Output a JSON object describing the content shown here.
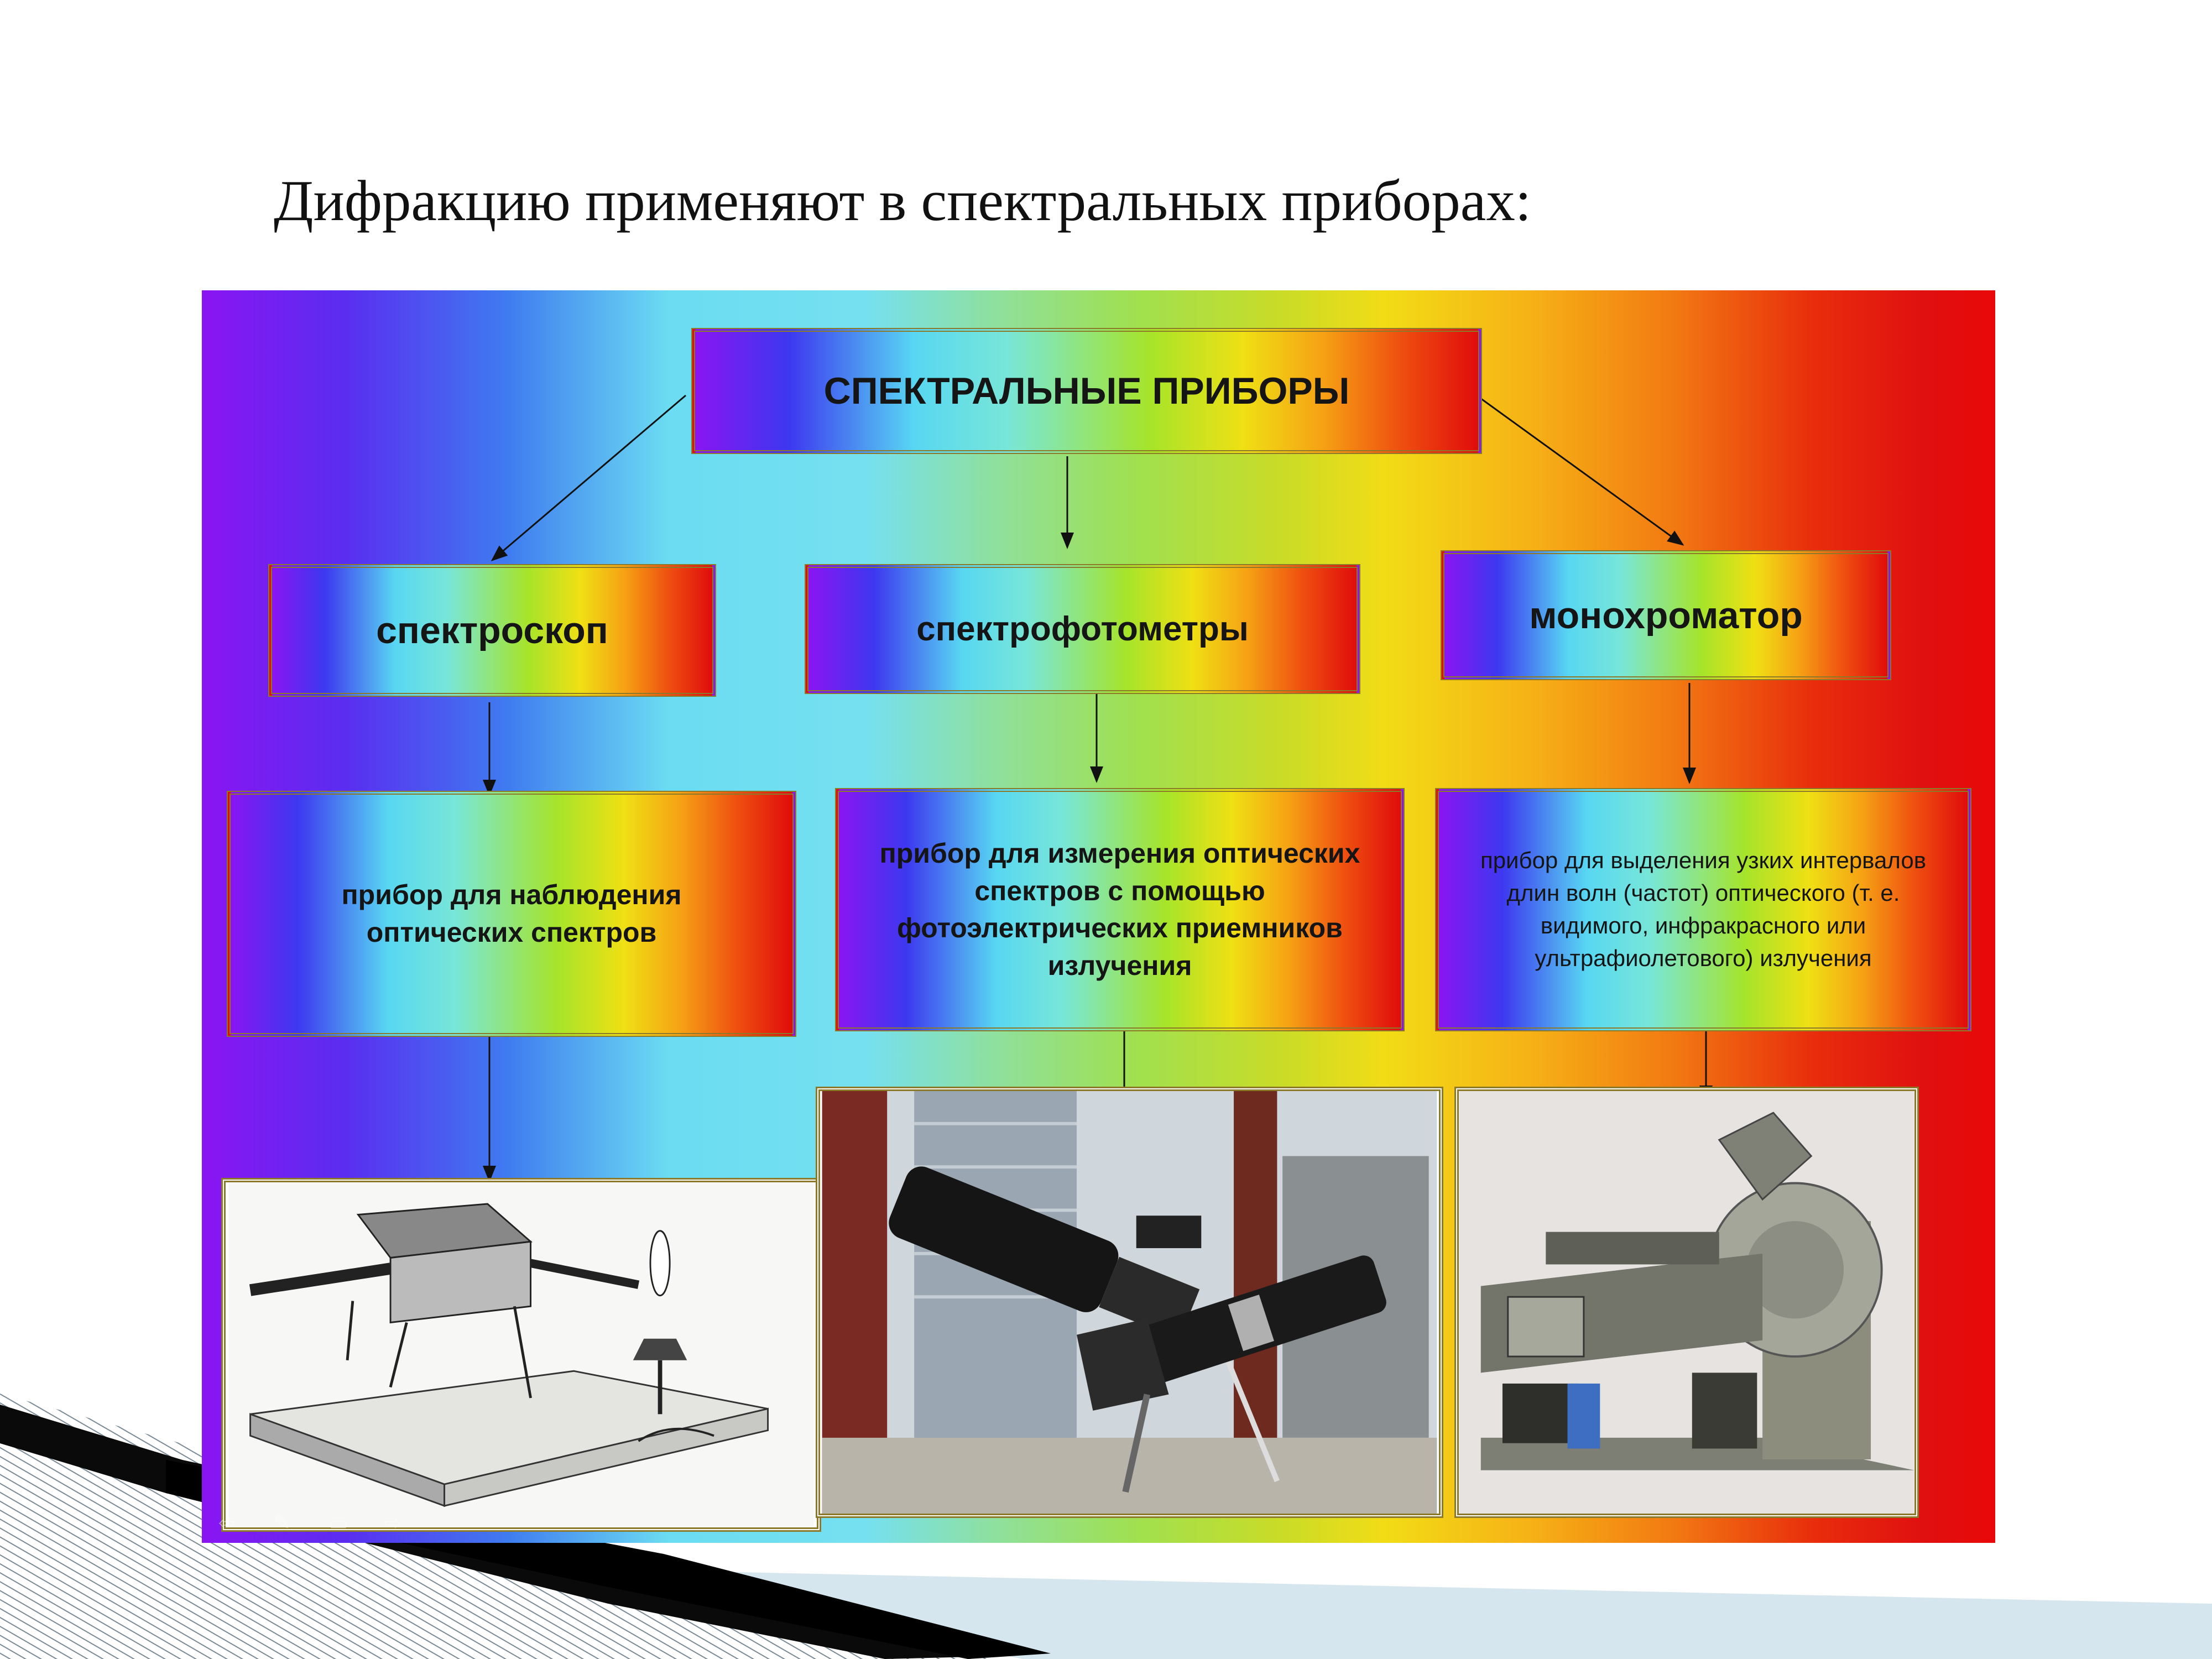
{
  "slide": {
    "title": "Дифракцию применяют в спектральных приборах:"
  },
  "diagram": {
    "root": "СПЕКТРАЛЬНЫЕ ПРИБОРЫ",
    "nodes": [
      {
        "label": "спектроскоп",
        "description": "прибор для наблюдения оптических спектров",
        "photo": "spectroscope-photo"
      },
      {
        "label": "спектрофотометры",
        "description": "прибор для измерения оптических спектров с помощью фотоэлектрических приемников излучения",
        "photo": "spectrophotometer-photo"
      },
      {
        "label": "монохроматор",
        "description": "прибор для выделения узких интервалов длин волн (частот) оптического (т. е. видимого, инфракрасного или ультрафиолетового) излучения",
        "photo": "monochromator-photo"
      }
    ]
  },
  "colors": {
    "frame": "#8c7a2a",
    "text": "#151515"
  }
}
